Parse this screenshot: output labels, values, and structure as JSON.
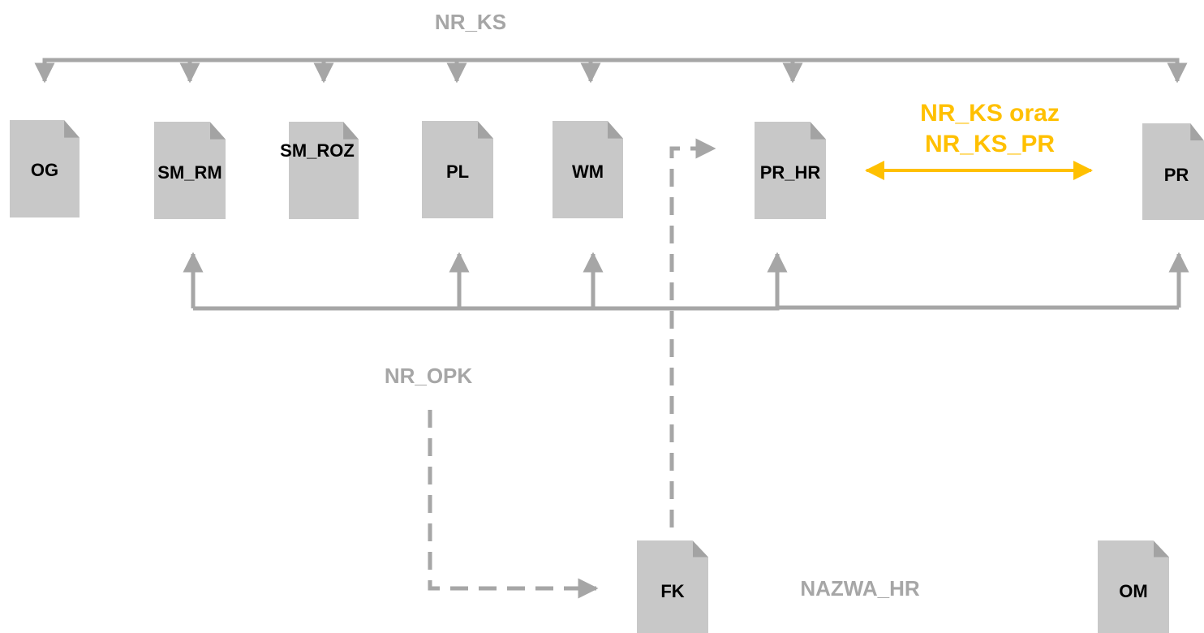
{
  "colors": {
    "connector": "#a6a6a6",
    "accent": "#ffc000",
    "document": "#c8c8c8",
    "document_fold": "#a3a3a3"
  },
  "labels": {
    "nr_ks": "NR_KS",
    "nr_opk": "NR_OPK",
    "nazwa_hr": "NAZWA_HR",
    "nr_ks_oraz_line1": "NR_KS oraz",
    "nr_ks_oraz_line2": "NR_KS_PR"
  },
  "documents": {
    "og": "OG",
    "sm_rm": "SM_RM",
    "sm_roz": "SM_ROZ",
    "pl": "PL",
    "wm": "WM",
    "pr_hr": "PR_HR",
    "pr": "PR",
    "fk": "FK",
    "om": "OM"
  }
}
